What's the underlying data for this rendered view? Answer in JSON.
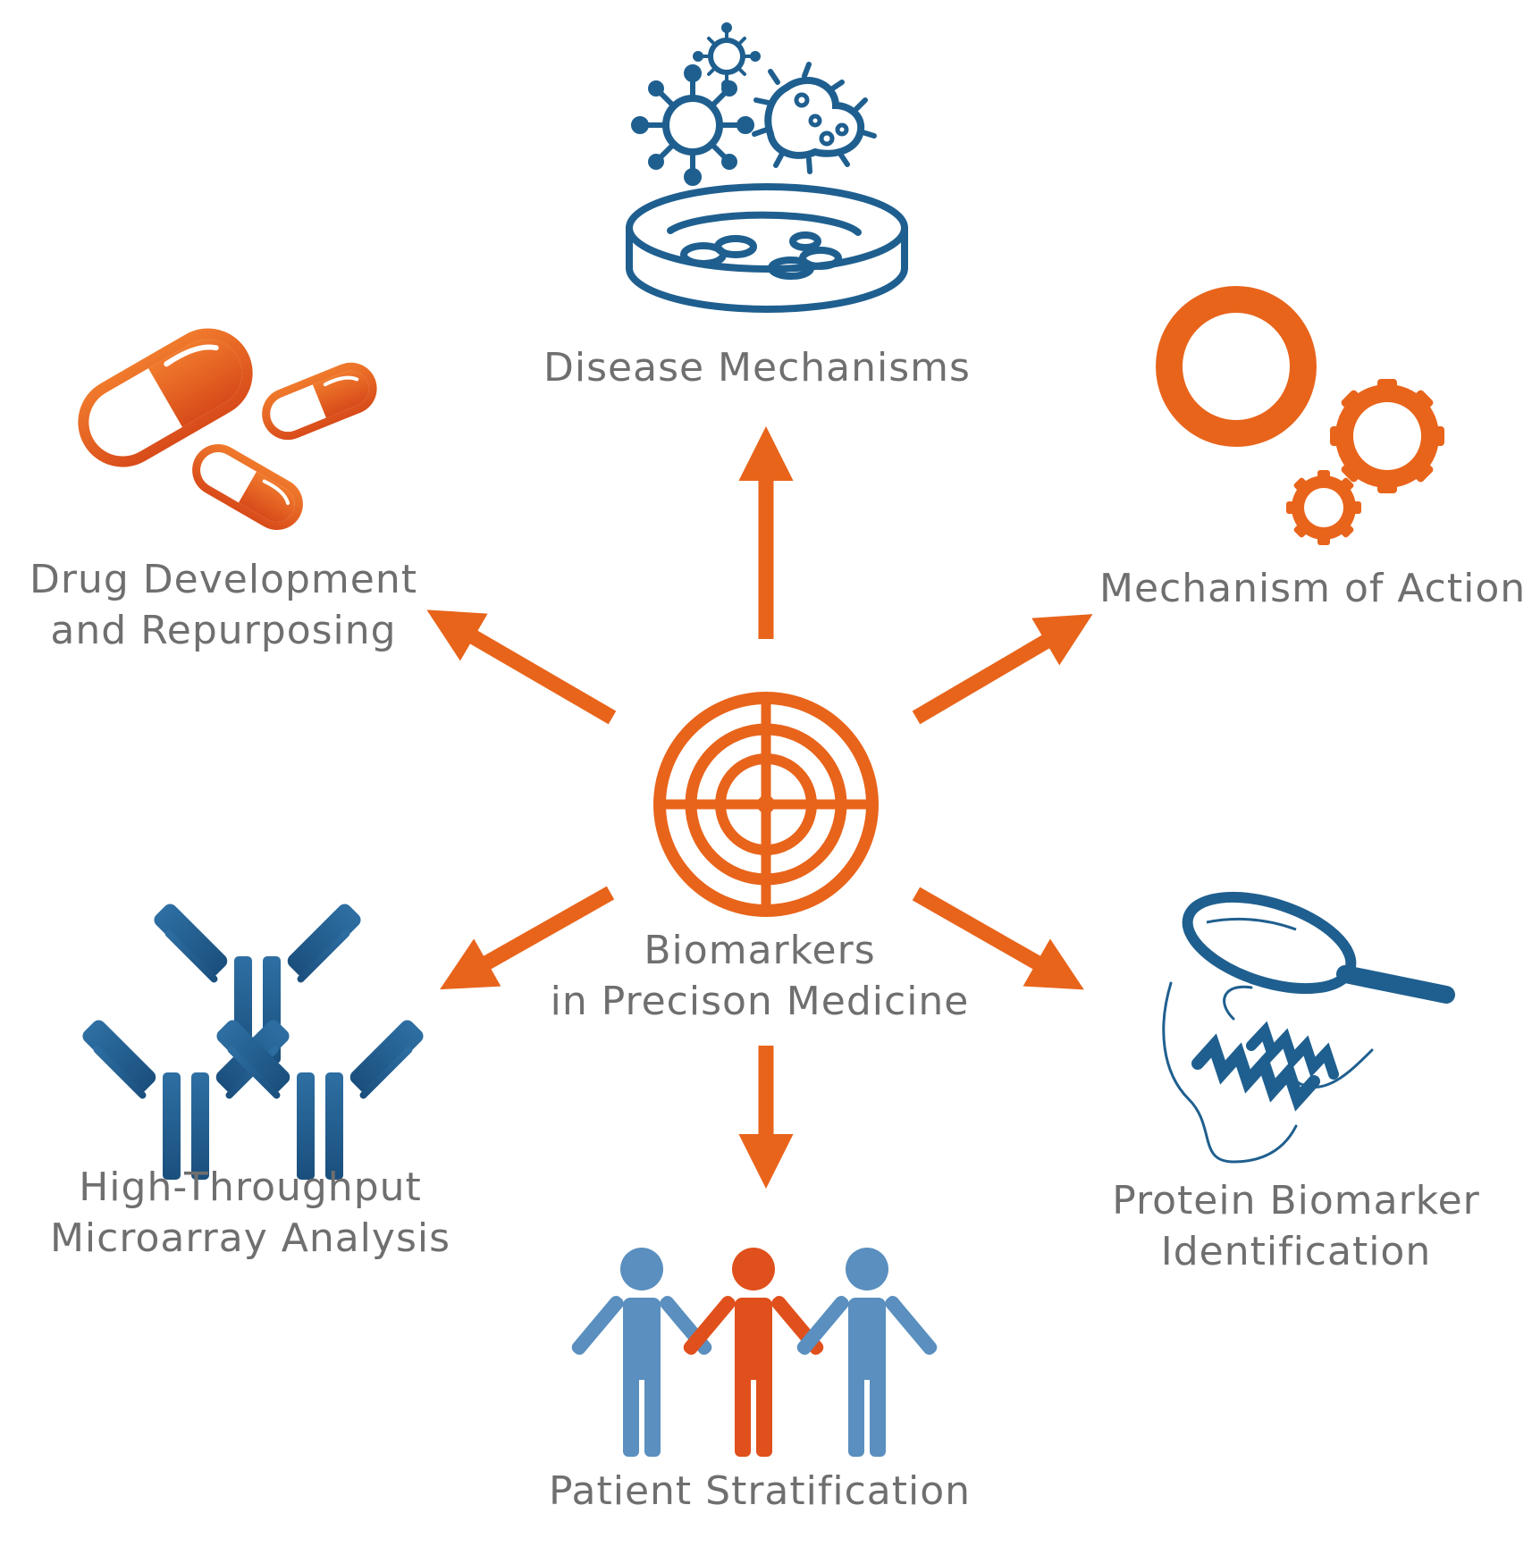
{
  "center": {
    "line1": "Biomarkers",
    "line2": "in Precison Medicine"
  },
  "nodes": {
    "disease": {
      "label": "Disease Mechanisms"
    },
    "moa": {
      "label": "Mechanism of Action"
    },
    "protein": {
      "line1": "Protein Biomarker",
      "line2": "Identification"
    },
    "patient": {
      "label": "Patient Stratification"
    },
    "microarray": {
      "line1": "High-Throughput",
      "line2": "Microarray Analysis"
    },
    "drug": {
      "line1": "Drug Development",
      "line2": "and Repurposing"
    }
  },
  "colors": {
    "orange": "#e8641b",
    "blue": "#1f5f8f",
    "light_blue": "#5a8fbf",
    "text": "#6f6f6f"
  },
  "icons": {
    "center": "target-icon",
    "disease": "petri-dish-viruses-icon",
    "moa": "gears-icon",
    "protein": "magnifier-protein-icon",
    "patient": "people-icon",
    "microarray": "antibodies-icon",
    "drug": "capsules-icon"
  }
}
